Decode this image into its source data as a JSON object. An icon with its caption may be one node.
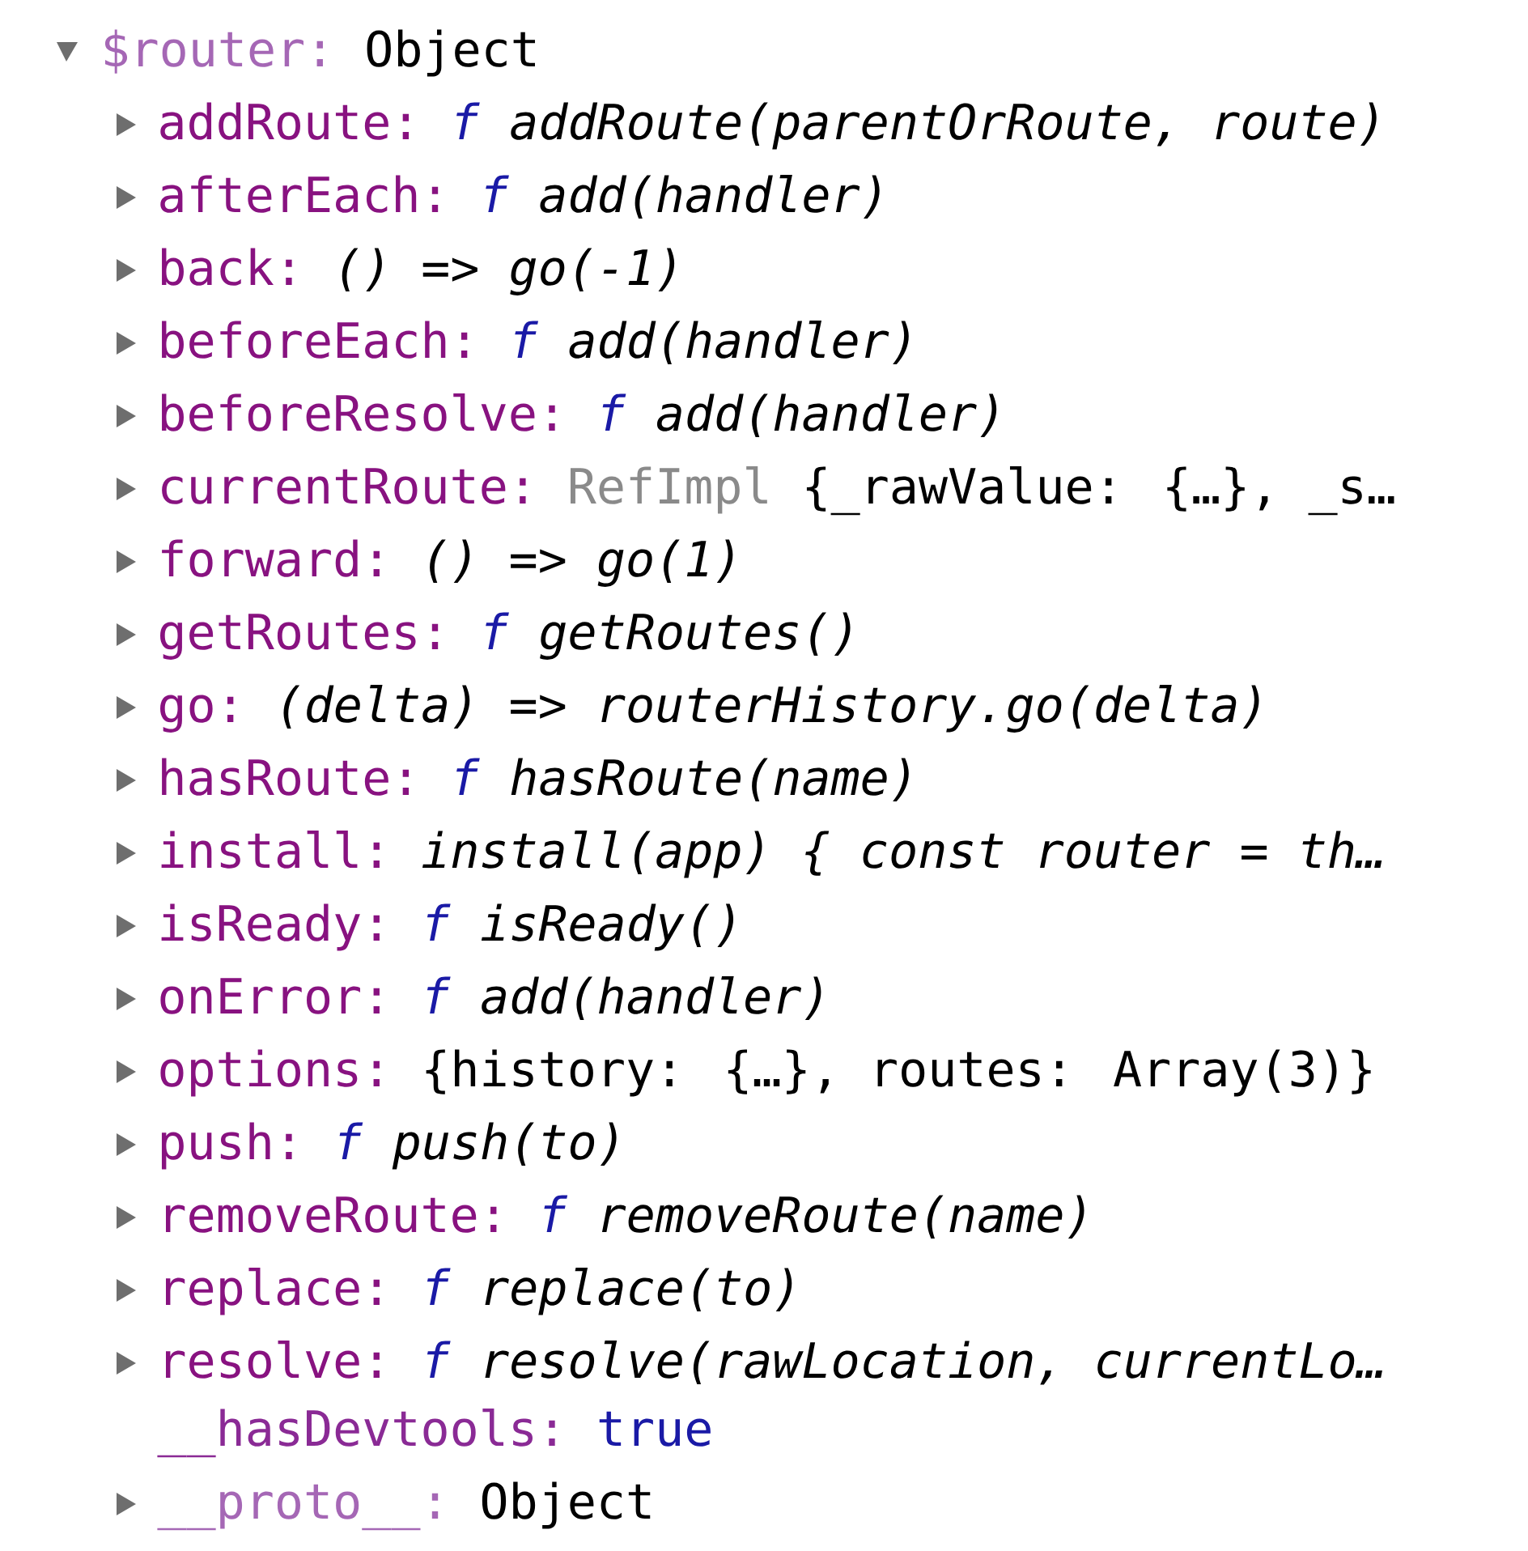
{
  "diagram": {
    "labels": [
      "$router:",
      "Object",
      "addRoute:",
      "f",
      "addRoute(parentOrRoute, route)",
      "afterEach:",
      "f",
      "add(handler)",
      "back:",
      "() => go(-1)",
      "beforeEach:",
      "f",
      "add(handler)",
      "beforeResolve:",
      "f",
      "add(handler)",
      "currentRoute:",
      "RefImpl",
      "{_rawValue: {…}, _s…",
      "forward:",
      "() => go(1)",
      "getRoutes:",
      "f",
      "getRoutes()",
      "go:",
      "(delta) => routerHistory.go(delta)",
      "hasRoute:",
      "f",
      "hasRoute(name)",
      "install:",
      "install(app) { const router = th…",
      "isReady:",
      "f",
      "isReady()",
      "onError:",
      "f",
      "add(handler)",
      "options:",
      "{history: {…}, routes: Array(3)}",
      "push:",
      "f",
      "push(to)",
      "removeRoute:",
      "f",
      "removeRoute(name)",
      "replace:",
      "f",
      "replace(to)",
      "resolve:",
      "f",
      "resolve(rawLocation, currentLo…",
      "__hasDevtools:",
      "true",
      "__proto__:",
      "Object"
    ]
  }
}
